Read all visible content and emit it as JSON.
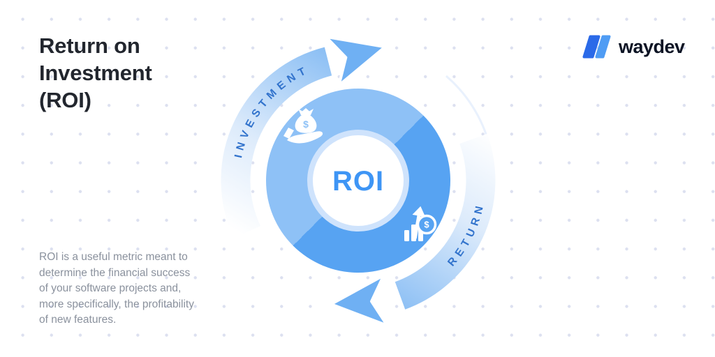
{
  "header": {
    "title_lines": [
      "Return on",
      "Investment",
      "(ROI)"
    ]
  },
  "description": {
    "lines": [
      "ROI is a useful metric meant to",
      "determine the financial success",
      "of your software projects and,",
      "more specifically, the profitability",
      "of new features."
    ]
  },
  "logo": {
    "text": "waydev"
  },
  "diagram": {
    "center_label": "ROI",
    "cycle": [
      {
        "label": "INVESTMENT",
        "icon": "money-bag-in-hand"
      },
      {
        "label": "RETURN",
        "icon": "growth-chart-with-coin"
      }
    ],
    "icons": {
      "dollar": "$"
    },
    "colors": {
      "ring_light": "#8ec1f6",
      "ring_dark": "#57a3f2",
      "ring_inner_halo": "#cfe3fc",
      "center_text": "#3e95f5",
      "arrow_strong": "#72b1f3",
      "arc_label_text": "#3273cc",
      "logo_bar_dark": "#2b6ae8",
      "logo_bar_light": "#4f9cf4",
      "title_text": "#22262e",
      "body_text": "#8a919d",
      "dot_grid": "#dce0f0"
    }
  }
}
